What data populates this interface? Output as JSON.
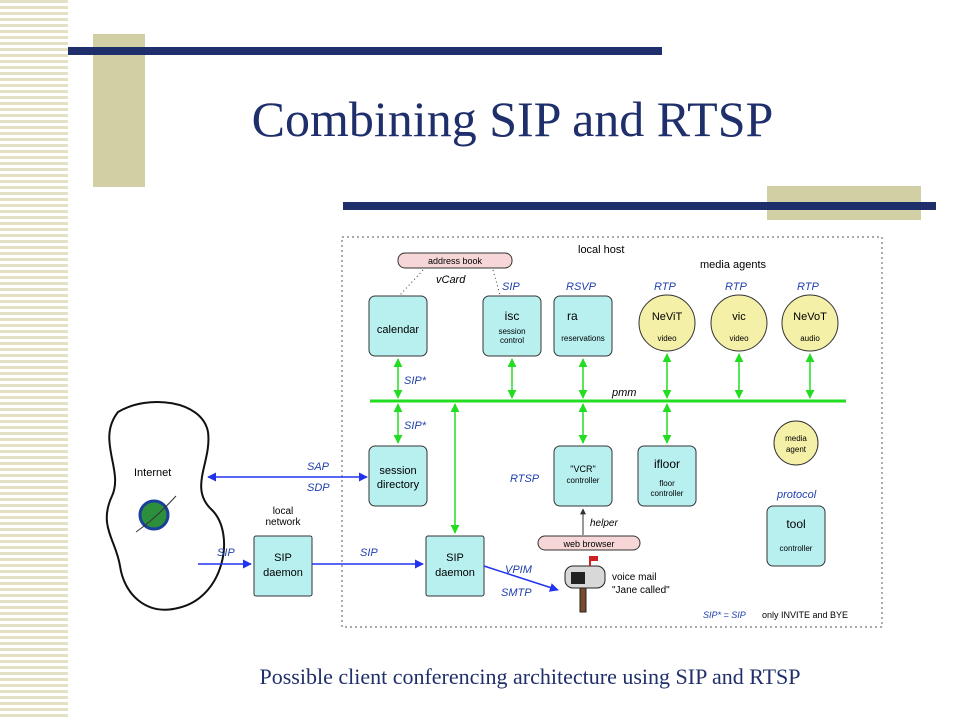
{
  "slide": {
    "title": "Combining SIP and RTSP",
    "caption": "Possible client conferencing architecture using SIP and RTSP"
  },
  "colors": {
    "title_navy": "#1f2f6b",
    "accent_khaki": "#d2cfa4",
    "node_fill": "#b8f0f0",
    "agent_fill": "#f5f0a8",
    "bus_green": "#22dd22",
    "link_blue": "#2233ee",
    "label_blue": "#1f3fae"
  },
  "diagram": {
    "local_host": "local host",
    "media_agents": "media agents",
    "address_book": "address book",
    "vcard": "vCard",
    "calendar": "calendar",
    "isc": "isc",
    "session_control_1": "session",
    "session_control_2": "control",
    "ra": "ra",
    "reservations": "reservations",
    "nevit": "NeViT",
    "vic": "vic",
    "nevot": "NeVoT",
    "video": "video",
    "audio": "audio",
    "media_agent_1": "media",
    "media_agent_2": "agent",
    "protocol": "protocol",
    "tool": "tool",
    "controller": "controller",
    "pmm": "pmm",
    "internet": "Internet",
    "session_dir_1": "session",
    "session_dir_2": "directory",
    "vcr_1": "\"VCR\"",
    "vcr_2": "controller",
    "ifloor": "ifloor",
    "floor_1": "floor",
    "floor_2": "controller",
    "helper": "helper",
    "web_browser": "web browser",
    "local_network_1": "local",
    "local_network_2": "network",
    "sip_daemon_1": "SIP",
    "sip_daemon_2": "daemon",
    "voice_mail_1": "voice mail",
    "voice_mail_2": "\"Jane called\"",
    "legend_a": "SIP* = SIP",
    "legend_b": "only INVITE and BYE",
    "labels": {
      "sip": "SIP",
      "rsvp": "RSVP",
      "rtp": "RTP",
      "sip_star": "SIP*",
      "sap": "SAP",
      "sdp": "SDP",
      "rtsp": "RTSP",
      "vpim": "VPIM",
      "smtp": "SMTP"
    }
  }
}
